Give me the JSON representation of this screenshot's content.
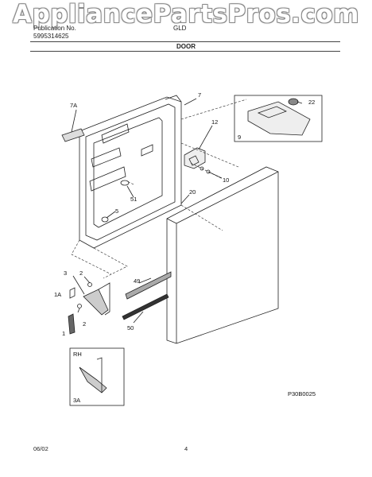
{
  "watermark": "AppliancePartsPros.com",
  "header": {
    "line1_left": "Publication No.",
    "line2_left": "5995314625",
    "line1_right": "GLD",
    "section_title": "DOOR"
  },
  "callouts": {
    "c7": "7",
    "c7A": "7A",
    "c12": "12",
    "c22": "22",
    "c9": "9",
    "c10": "10",
    "c51": "51",
    "c20": "20",
    "c5": "5",
    "c3": "3",
    "c2a": "2",
    "c1A": "1A",
    "c2b": "2",
    "c1": "1",
    "c49": "49",
    "c50": "50",
    "cRH": "RH",
    "c3A": "3A"
  },
  "diagram_code": "P30B0025",
  "footer": {
    "date": "06/02",
    "page": "4"
  }
}
